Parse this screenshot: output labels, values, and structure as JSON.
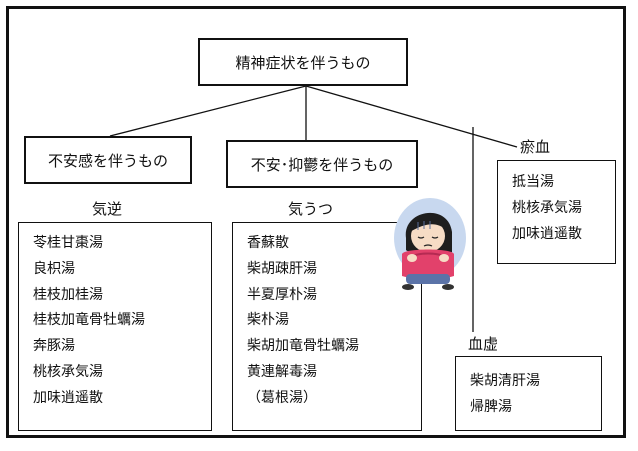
{
  "root": {
    "label": "精神症状を伴うもの"
  },
  "branches": {
    "anxiety": {
      "label": "不安感を伴うもの"
    },
    "anxiety_depression": {
      "label": "不安･抑鬱を伴うもの"
    }
  },
  "groups": {
    "kigyaku": {
      "title": "気逆",
      "items": [
        "苓桂甘棗湯",
        "良枳湯",
        "桂枝加桂湯",
        "桂枝加竜骨牡蠣湯",
        "奔豚湯",
        "桃核承気湯",
        "加味逍遥散"
      ]
    },
    "kiutsu": {
      "title": "気うつ",
      "items": [
        "香蘇散",
        "柴胡疎肝湯",
        "半夏厚朴湯",
        "柴朴湯",
        "柴胡加竜骨牡蠣湯",
        "黄連解毒湯",
        "（葛根湯）"
      ]
    },
    "oketsu": {
      "title": "瘀血",
      "items": [
        "抵当湯",
        "桃核承気湯",
        "加味逍遥散"
      ]
    },
    "kekkyo": {
      "title": "血虚",
      "items": [
        "柴胡清肝湯",
        "帰脾湯"
      ]
    }
  },
  "illustration": {
    "icon": "depressed-person-icon"
  }
}
